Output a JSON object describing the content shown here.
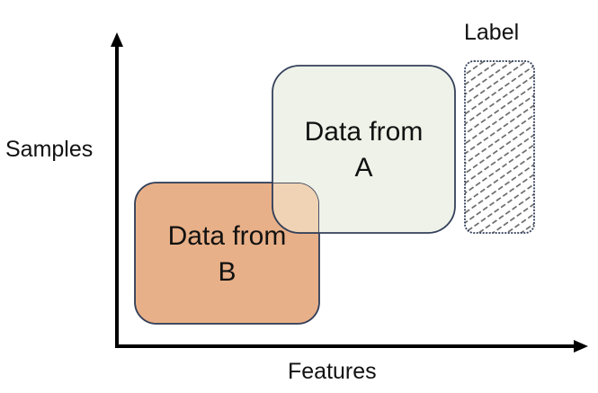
{
  "labels": {
    "samples": "Samples",
    "features": "Features",
    "label": "Label"
  },
  "boxes": {
    "a": {
      "line1": "Data from",
      "line2": "A"
    },
    "b": {
      "line1": "Data from",
      "line2": "B"
    }
  },
  "colors": {
    "axis": "#000000",
    "box_a_fill": "#eef2e8",
    "box_b_fill": "#e8b088",
    "overlap_fill": "#f0d3b4",
    "box_stroke": "#34405a",
    "label_hatch": "#606060"
  }
}
